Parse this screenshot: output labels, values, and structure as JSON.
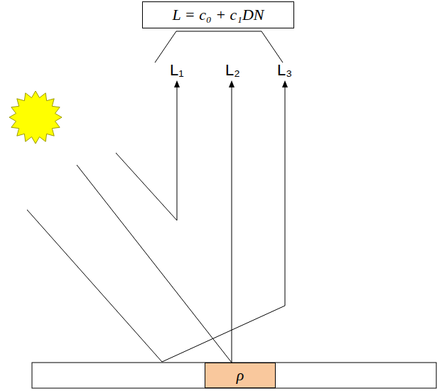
{
  "diagram": {
    "nodes": [
      {
        "text": [
          "L = c₀ + c₁DN"
        ]
      },
      {
        "text": [
          "ρ"
        ]
      }
    ],
    "labels": [
      "L₁",
      "L₂",
      "L₃"
    ]
  }
}
